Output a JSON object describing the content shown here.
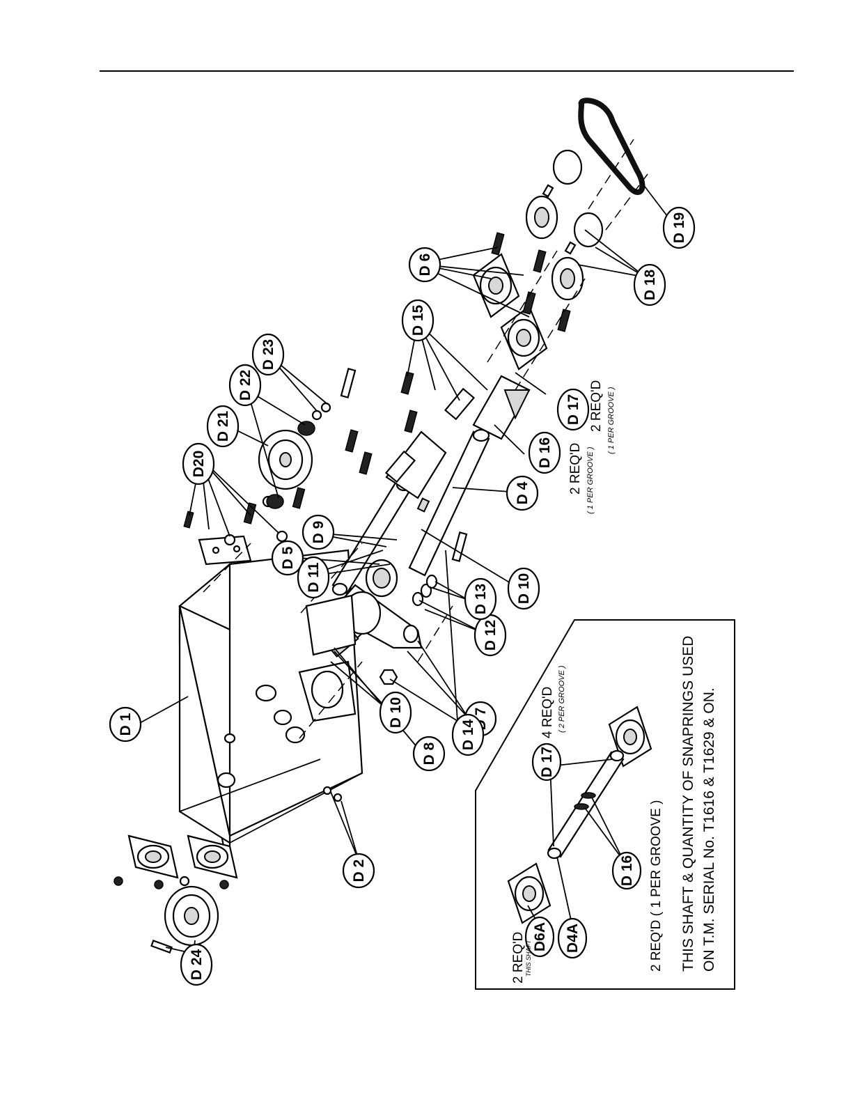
{
  "page": {
    "orientation_note": "rotated 90 degrees counter-clockwise",
    "border_color": "#000000"
  },
  "callouts": [
    {
      "id": "D1",
      "text": "D 1"
    },
    {
      "id": "D2",
      "text": "D 2"
    },
    {
      "id": "D4",
      "text": "D 4"
    },
    {
      "id": "D5",
      "text": "D 5"
    },
    {
      "id": "D6",
      "text": "D 6"
    },
    {
      "id": "D7",
      "text": "D 7"
    },
    {
      "id": "D8",
      "text": "D 8"
    },
    {
      "id": "D9",
      "text": "D 9"
    },
    {
      "id": "D10a",
      "text": "D 10"
    },
    {
      "id": "D10b",
      "text": "D 10"
    },
    {
      "id": "D11",
      "text": "D 11"
    },
    {
      "id": "D12",
      "text": "D 12"
    },
    {
      "id": "D13",
      "text": "D 13"
    },
    {
      "id": "D14",
      "text": "D 14"
    },
    {
      "id": "D15",
      "text": "D 15"
    },
    {
      "id": "D16",
      "text": "D 16"
    },
    {
      "id": "D17",
      "text": "D 17"
    },
    {
      "id": "D18",
      "text": "D 18"
    },
    {
      "id": "D19",
      "text": "D 19"
    },
    {
      "id": "D20",
      "text": "D20"
    },
    {
      "id": "D21",
      "text": "D 21"
    },
    {
      "id": "D22",
      "text": "D 22"
    },
    {
      "id": "D23",
      "text": "D 23"
    },
    {
      "id": "D24",
      "text": "D 24"
    },
    {
      "id": "D6A",
      "text": "D6A"
    },
    {
      "id": "D4A",
      "text": "D4A"
    },
    {
      "id": "D17inset",
      "text": "D 17"
    },
    {
      "id": "D16inset",
      "text": "D 16"
    }
  ],
  "notes": {
    "d16_qty": "2 REQ'D",
    "d16_qty_sub": "( 1 PER GROOVE )",
    "d17_qty": "2 REQ'D",
    "d17_qty_sub": "( 1 PER GROOVE )",
    "inset_d6a_qty": "2 REQ'D",
    "inset_d6a_sub": "THIS SHAFT",
    "inset_d17_qty": "4 REQ'D",
    "inset_d17_sub": "( 2 PER GROOVE )",
    "inset_d16_qty": "2 REQ'D ( 1 PER GROOVE )",
    "inset_caption_1": "THIS SHAFT & QUANTITY OF SNAPRINGS USED",
    "inset_caption_2": "ON T.M. SERIAL No. T1616 & T1629 & ON."
  }
}
